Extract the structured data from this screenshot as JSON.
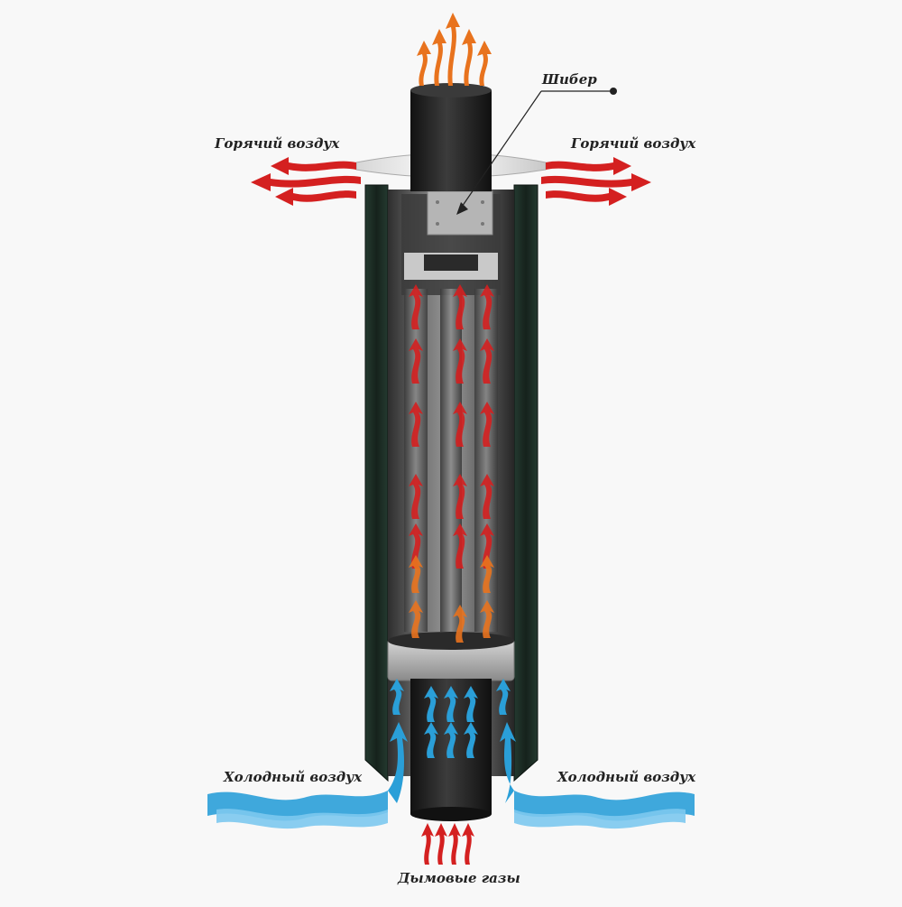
{
  "labels": {
    "damper": "Шибер",
    "hot_air_left": "Горячий воздух",
    "hot_air_right": "Горячий воздух",
    "cold_air_left": "Холодный воздух",
    "cold_air_right": "Холодный воздух",
    "flue_gases": "Дымовые газы"
  },
  "colors": {
    "background": "#f8f8f8",
    "hot_air": "#d42020",
    "flame": "#e8731e",
    "cold_air": "#2a9fd8",
    "outer_shell": "#1d2b24",
    "pipe": "#2a2a2a",
    "metal": "#b8b8b8"
  }
}
